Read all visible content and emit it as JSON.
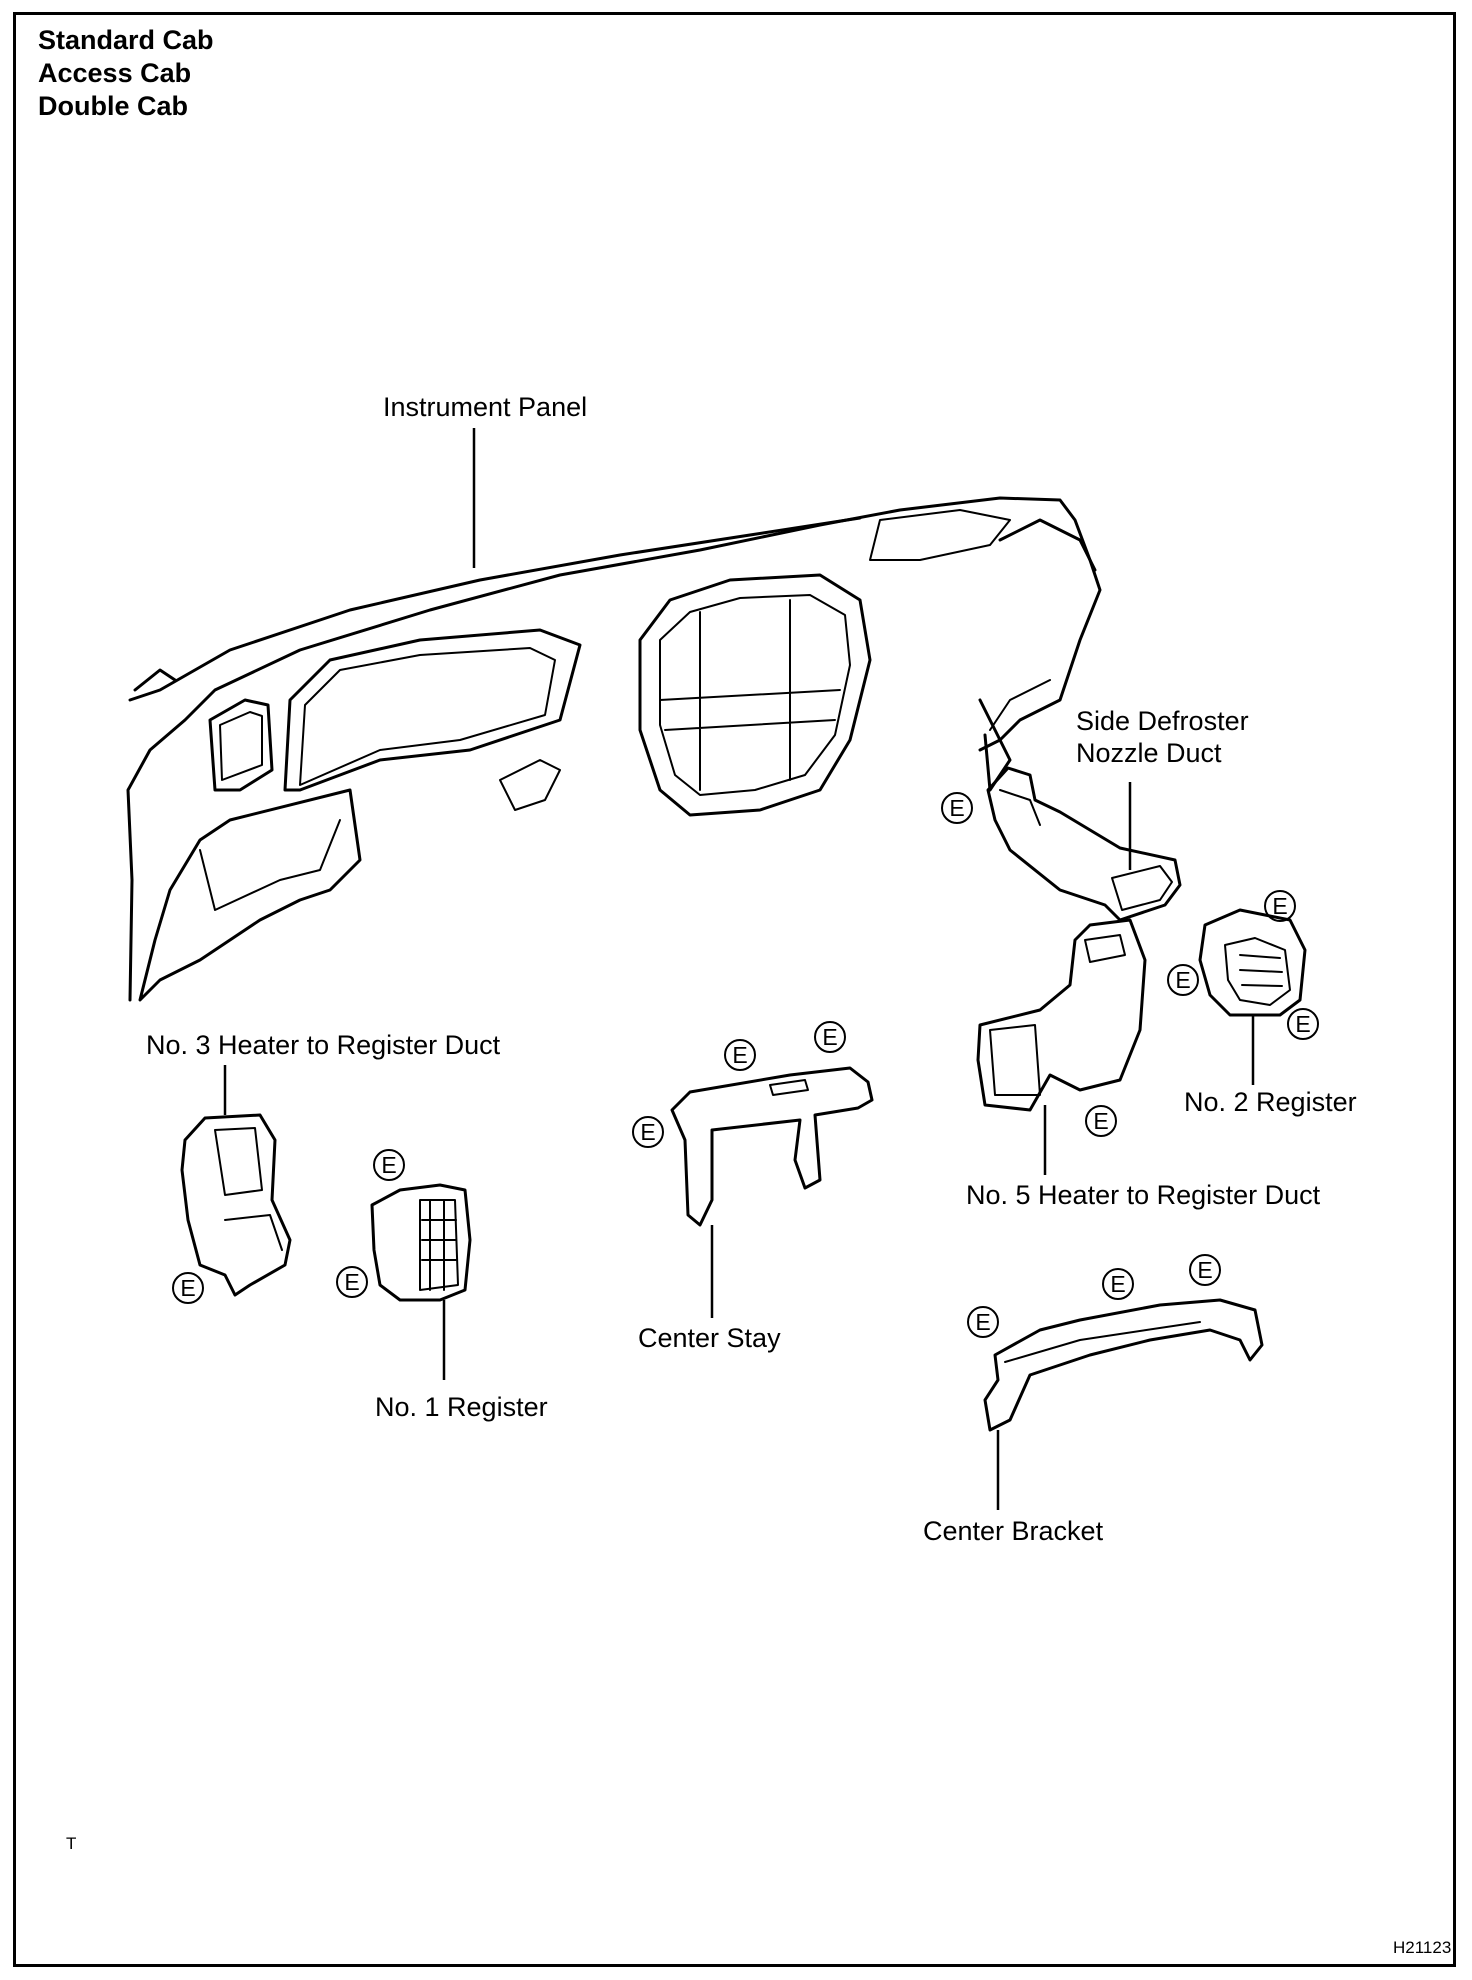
{
  "header": {
    "line1": "Standard Cab",
    "line2": "Access Cab",
    "line3": "Double Cab"
  },
  "labels": {
    "instrument_panel": "Instrument Panel",
    "side_defroster_1": "Side Defroster",
    "side_defroster_2": "Nozzle Duct",
    "no3_heater_duct": "No. 3 Heater to Register Duct",
    "no1_register": "No. 1 Register",
    "center_stay": "Center Stay",
    "no2_register": "No. 2 Register",
    "no5_heater_duct": "No. 5 Heater to Register Duct",
    "center_bracket": "Center Bracket"
  },
  "marker_letter": "E",
  "footer": {
    "left_mark": "T",
    "figure_code": "H21123"
  }
}
